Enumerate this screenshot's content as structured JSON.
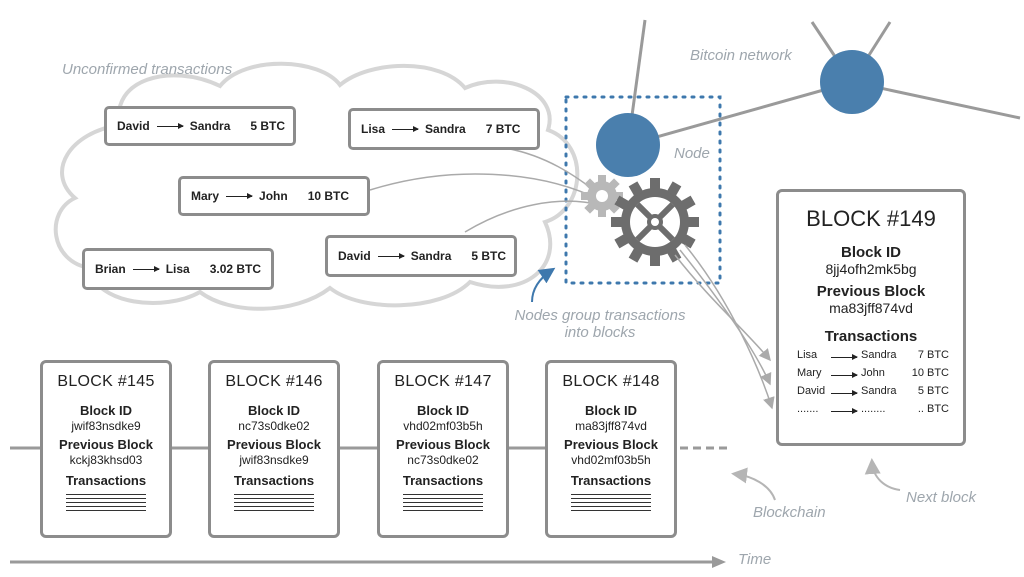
{
  "labels": {
    "unconfirmed": "Unconfirmed transactions",
    "network": "Bitcoin network",
    "node": "Node",
    "group_line1": "Nodes group transactions",
    "group_line2": "into blocks",
    "blockchain": "Blockchain",
    "next_block": "Next block",
    "time": "Time"
  },
  "transactions": [
    {
      "from": "David",
      "to": "Sandra",
      "amount": "5 BTC"
    },
    {
      "from": "Lisa",
      "to": "Sandra",
      "amount": "7 BTC"
    },
    {
      "from": "Mary",
      "to": "John",
      "amount": "10 BTC"
    },
    {
      "from": "Brian",
      "to": "Lisa",
      "amount": "3.02 BTC"
    },
    {
      "from": "David",
      "to": "Sandra",
      "amount": "5 BTC"
    }
  ],
  "chain_blocks": [
    {
      "title": "BLOCK #145",
      "block_id_label": "Block ID",
      "block_id": "jwif83nsdke9",
      "prev_label": "Previous Block",
      "prev": "kckj83khsd03",
      "tx_label": "Transactions"
    },
    {
      "title": "BLOCK #146",
      "block_id_label": "Block ID",
      "block_id": "nc73s0dke02",
      "prev_label": "Previous Block",
      "prev": "jwif83nsdke9",
      "tx_label": "Transactions"
    },
    {
      "title": "BLOCK #147",
      "block_id_label": "Block ID",
      "block_id": "vhd02mf03b5h",
      "prev_label": "Previous Block",
      "prev": "nc73s0dke02",
      "tx_label": "Transactions"
    },
    {
      "title": "BLOCK #148",
      "block_id_label": "Block ID",
      "block_id": "ma83jff874vd",
      "prev_label": "Previous Block",
      "prev": "vhd02mf03b5h",
      "tx_label": "Transactions"
    }
  ],
  "next_block_card": {
    "title": "BLOCK #149",
    "block_id_label": "Block ID",
    "block_id": "8jj4ofh2mk5bg",
    "prev_label": "Previous Block",
    "prev": "ma83jff874vd",
    "tx_label": "Transactions",
    "rows": [
      {
        "from": "Lisa",
        "to": "Sandra",
        "amount": "7 BTC"
      },
      {
        "from": "Mary",
        "to": "John",
        "amount": "10 BTC"
      },
      {
        "from": "David",
        "to": "Sandra",
        "amount": "5 BTC"
      },
      {
        "from": ".......",
        "to": "........",
        "amount": ".. BTC"
      }
    ]
  },
  "colors": {
    "node": "#4a7fad",
    "border": "#8c8c8c",
    "network_line": "#9a9a9a",
    "label": "#9ea6ad",
    "dotted": "#3e78ad"
  }
}
